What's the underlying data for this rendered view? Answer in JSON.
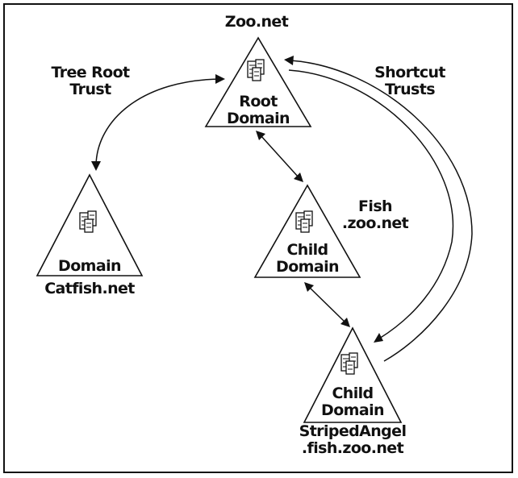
{
  "title": "Zoo.net",
  "labels": {
    "tree_root_trust": [
      "Tree Root",
      "Trust"
    ],
    "shortcut_trusts": [
      "Shortcut",
      "Trusts"
    ],
    "fish_zoo": [
      "Fish",
      ".zoo.net"
    ],
    "catfish": "Catfish.net",
    "striped_angel": [
      "StripedAngel",
      ".fish.zoo.net"
    ]
  },
  "nodes": {
    "root": [
      "Root",
      "Domain"
    ],
    "domain": [
      "Domain"
    ],
    "child": [
      "Child",
      "Domain"
    ],
    "child2": [
      "Child",
      "Domain"
    ]
  },
  "icons": {
    "server": "server-cluster-icon"
  }
}
